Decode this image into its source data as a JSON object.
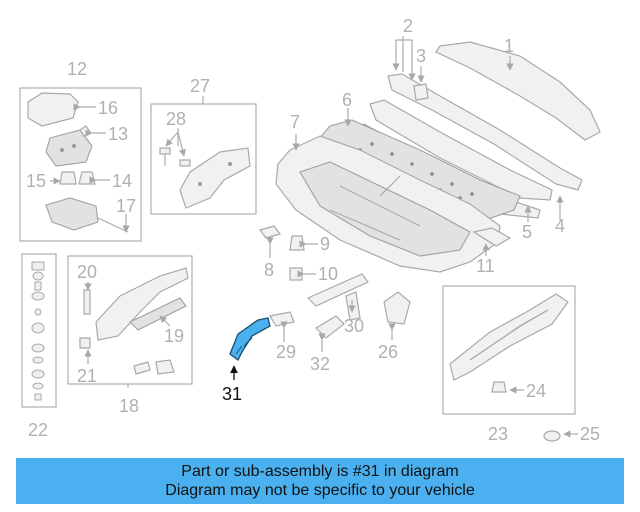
{
  "callouts": {
    "c1": "1",
    "c2": "2",
    "c3": "3",
    "c4": "4",
    "c5": "5",
    "c6": "6",
    "c7": "7",
    "c8": "8",
    "c9": "9",
    "c10": "10",
    "c11": "11",
    "c12": "12",
    "c13": "13",
    "c14": "14",
    "c15": "15",
    "c16": "16",
    "c17": "17",
    "c18": "18",
    "c19": "19",
    "c20": "20",
    "c21": "21",
    "c22": "22",
    "c23": "23",
    "c24": "24",
    "c25": "25",
    "c26": "26",
    "c27": "27",
    "c28": "28",
    "c29": "29",
    "c30": "30",
    "c31": "31",
    "c32": "32"
  },
  "highlight": {
    "part": "31",
    "color": "#4ab0ef"
  },
  "banner": {
    "line1": "Part or sub-assembly is #31 in diagram",
    "line2": "Diagram may not be specific to your vehicle",
    "color": "#4ab0ef"
  }
}
